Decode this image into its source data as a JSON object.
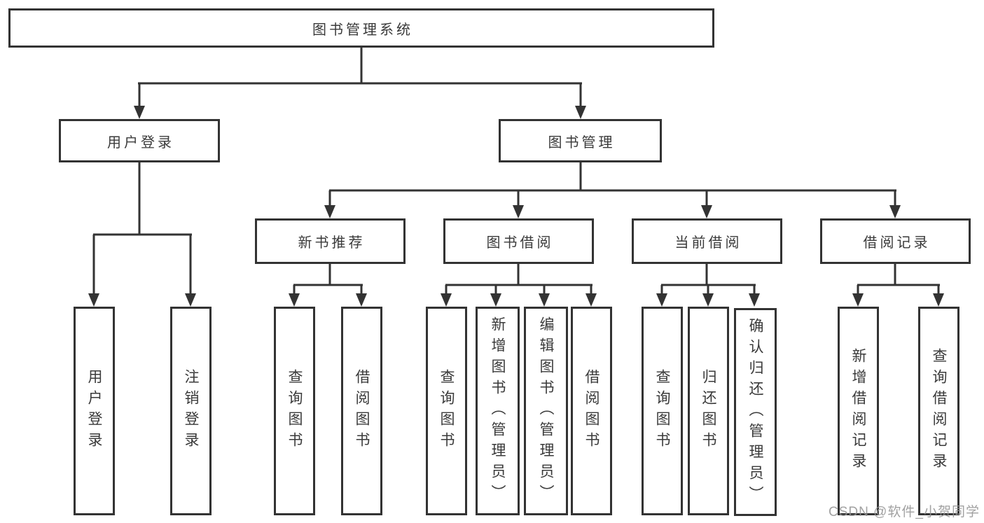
{
  "diagram": {
    "root": {
      "label": "图书管理系统"
    },
    "level2": [
      {
        "label": "用户登录"
      },
      {
        "label": "图书管理"
      }
    ],
    "level3": [
      {
        "label": "新书推荐",
        "parent": "图书管理"
      },
      {
        "label": "图书借阅",
        "parent": "图书管理"
      },
      {
        "label": "当前借阅",
        "parent": "图书管理"
      },
      {
        "label": "借阅记录",
        "parent": "图书管理"
      }
    ],
    "leaves": [
      {
        "label": "用户登录",
        "parent": "用户登录"
      },
      {
        "label": "注销登录",
        "parent": "用户登录"
      },
      {
        "label": "查询图书",
        "parent": "新书推荐"
      },
      {
        "label": "借阅图书",
        "parent": "新书推荐"
      },
      {
        "label": "查询图书",
        "parent": "图书借阅"
      },
      {
        "label": "新增图书（管理员）",
        "parent": "图书借阅"
      },
      {
        "label": "编辑图书（管理员）",
        "parent": "图书借阅"
      },
      {
        "label": "借阅图书",
        "parent": "图书借阅"
      },
      {
        "label": "查询图书",
        "parent": "当前借阅"
      },
      {
        "label": "归还图书",
        "parent": "当前借阅"
      },
      {
        "label": "确认归还（管理员）",
        "parent": "当前借阅"
      },
      {
        "label": "新增借阅记录",
        "parent": "借阅记录"
      },
      {
        "label": "查询借阅记录",
        "parent": "借阅记录"
      }
    ]
  },
  "watermark": {
    "text": "CSDN @软件_小贺同学"
  },
  "colors": {
    "line": "#333333",
    "box_border": "#333333",
    "text": "#3a3a3a",
    "watermark": "#949494",
    "background": "#ffffff"
  }
}
